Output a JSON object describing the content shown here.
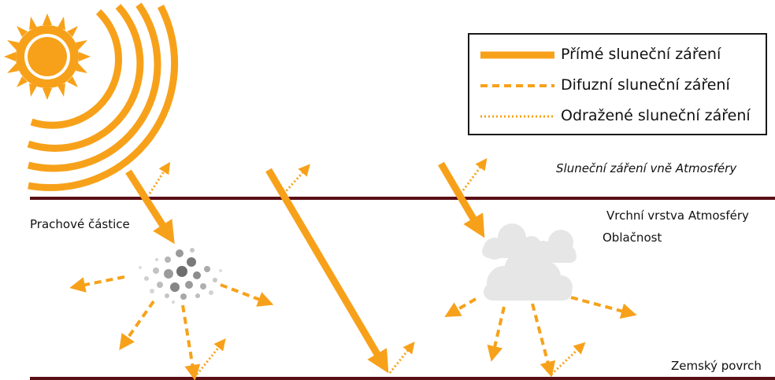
{
  "legend": {
    "direct": "Přímé sluneční záření",
    "diffuse": "Difuzní sluneční záření",
    "reflected": "Odražené sluneční záření"
  },
  "labels": {
    "outside_atmosphere": "Sluneční záření vně Atmosféry",
    "upper_atmosphere": "Vrchní vrstva Atmosféry",
    "cloudiness": "Oblačnost",
    "dust_particles": "Prachové částice",
    "earth_surface": "Zemský povrch"
  },
  "colors": {
    "orange": "#F7A11A",
    "line": "#5A0F16",
    "sun": "#F7A11A",
    "cloud": "#E6E6E6"
  }
}
